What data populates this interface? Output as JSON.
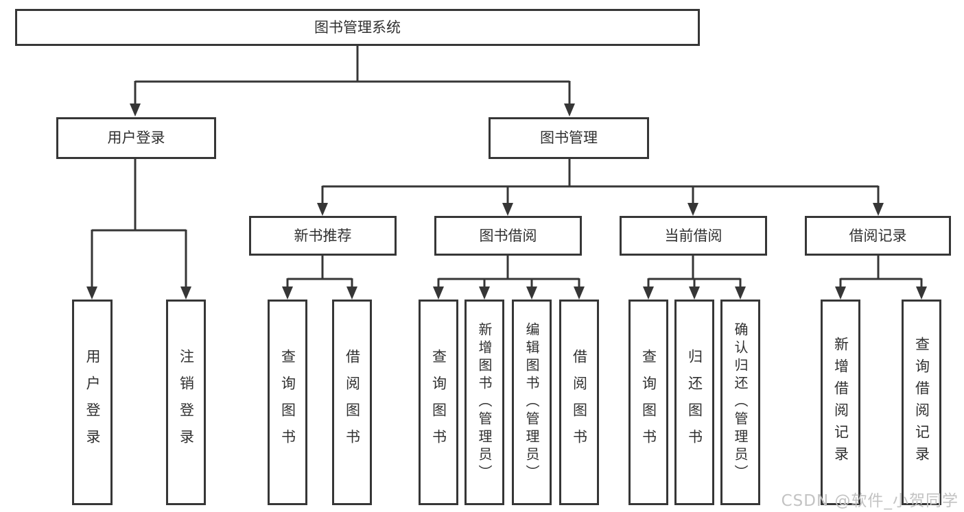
{
  "diagram": {
    "title": "图书管理系统",
    "root": {
      "label": "图书管理系统"
    },
    "branches": [
      {
        "label": "用户登录",
        "children": [
          {
            "label": "用户登录"
          },
          {
            "label": "注销登录"
          }
        ]
      },
      {
        "label": "图书管理",
        "children": [
          {
            "label": "新书推荐",
            "children": [
              {
                "label": "查询图书"
              },
              {
                "label": "借阅图书"
              }
            ]
          },
          {
            "label": "图书借阅",
            "children": [
              {
                "label": "查询图书"
              },
              {
                "label": "新增图书（管理员）"
              },
              {
                "label": "编辑图书（管理员）"
              },
              {
                "label": "借阅图书"
              }
            ]
          },
          {
            "label": "当前借阅",
            "children": [
              {
                "label": "查询图书"
              },
              {
                "label": "归还图书"
              },
              {
                "label": "确认归还（管理员）"
              }
            ]
          },
          {
            "label": "借阅记录",
            "children": [
              {
                "label": "新增借阅记录"
              },
              {
                "label": "查询借阅记录"
              }
            ]
          }
        ]
      }
    ]
  },
  "watermark": {
    "text": "CSDN @软件_小贺同学"
  },
  "colors": {
    "line": "#363636",
    "box_border": "#363636",
    "box_background": "#ffffff",
    "text": "#303030",
    "watermark": "#c3c3c3"
  }
}
